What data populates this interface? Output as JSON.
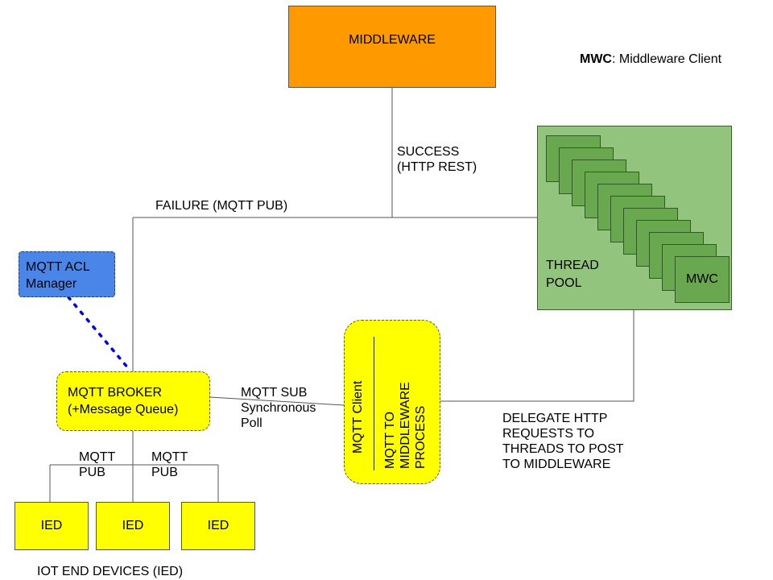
{
  "colors": {
    "middleware": "#ff9900",
    "thread_pool": "#93c47d",
    "thread_card": "#6aa84f",
    "acl_manager": "#4a86e8",
    "yellow": "#ffff00",
    "dotted_link": "#0000ee",
    "line": "#555555"
  },
  "legend": {
    "abbr": "MWC",
    "text": ": Middleware Client"
  },
  "middleware": {
    "label": "MIDDLEWARE"
  },
  "success_label": {
    "line1": "SUCCESS",
    "line2": "(HTTP REST)"
  },
  "failure_label": "FAILURE (MQTT PUB)",
  "thread_pool": {
    "line1": "THREAD",
    "line2": "POOL",
    "card_count": 11,
    "client_label": "MWC"
  },
  "acl_manager": {
    "line1": "MQTT ACL",
    "line2": "Manager"
  },
  "broker": {
    "line1": "MQTT BROKER",
    "line2": "(+Message Queue)"
  },
  "sub_label": {
    "line1": "MQTT SUB",
    "line2": "Synchronous",
    "line3": "Poll"
  },
  "process": {
    "client": "MQTT Client",
    "line1": "MQTT TO",
    "line2": "MIDDLEWARE",
    "line3": "PROCESS"
  },
  "delegate_label": {
    "line1": "DELEGATE HTTP",
    "line2": "REQUESTS TO",
    "line3": "THREADS TO POST",
    "line4": "TO MIDDLEWARE"
  },
  "pub_left": {
    "line1": "MQTT",
    "line2": "PUB"
  },
  "pub_right": {
    "line1": "MQTT",
    "line2": "PUB"
  },
  "ieds": [
    "IED",
    "IED",
    "IED"
  ],
  "ied_caption": "IOT END DEVICES (IED)"
}
